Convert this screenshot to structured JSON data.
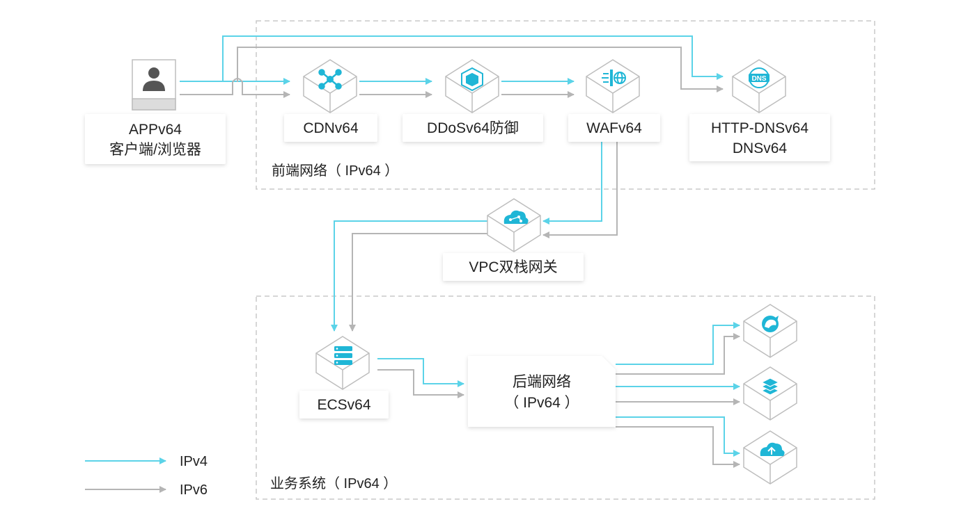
{
  "nodes": {
    "app_client": {
      "line1": "APPv64",
      "line2": "客户端/浏览器",
      "icon": "user-icon"
    },
    "cdn": {
      "label": "CDNv64",
      "icon": "cdn-network-icon"
    },
    "ddos": {
      "label": "DDoSv64防御",
      "icon": "shield-cube-icon"
    },
    "waf": {
      "label": "WAFv64",
      "icon": "firewall-globe-icon"
    },
    "httpdns": {
      "line1": "HTTP-DNSv64",
      "line2": "DNSv64",
      "icon": "dns-globe-icon"
    },
    "vpc_gateway": {
      "label": "VPC双栈网关",
      "icon": "cloud-network-icon"
    },
    "ecs": {
      "label": "ECSv64",
      "icon": "server-icon"
    },
    "backend": {
      "line1": "后端网络",
      "line2": "（ IPv64 ）"
    },
    "db1": {
      "icon": "database-dolphin-icon"
    },
    "db2": {
      "icon": "redis-stack-icon"
    },
    "db3": {
      "icon": "cloud-upload-icon"
    }
  },
  "zones": {
    "frontend": "前端网络（ IPv64 ）",
    "business": "业务系统（ IPv64 ）"
  },
  "legend": [
    {
      "label": "IPv4",
      "color": "#5bd3e8"
    },
    {
      "label": "IPv6",
      "color": "#b5b5b5"
    }
  ],
  "colors": {
    "ipv4": "#5bd3e8",
    "ipv6": "#b5b5b5",
    "accent": "#1fb6d6"
  }
}
